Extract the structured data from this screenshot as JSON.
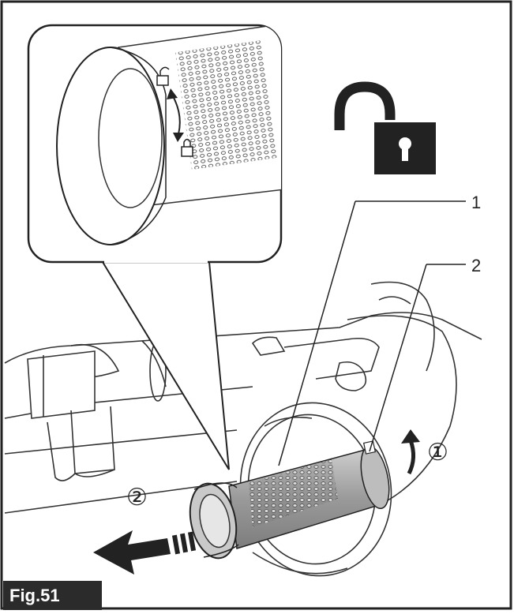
{
  "figure": {
    "label": "Fig.51",
    "callouts": [
      "1",
      "2"
    ],
    "steps": [
      "①",
      "②"
    ],
    "icons": [
      "unlock-icon",
      "lock-small-icon",
      "unlock-small-icon",
      "rotate-arrow-icon",
      "pull-arrow-icon"
    ],
    "colors": {
      "ink": "#222222",
      "label_bg": "#2b2b2b",
      "screen_fill": "#a9a9a9"
    }
  }
}
